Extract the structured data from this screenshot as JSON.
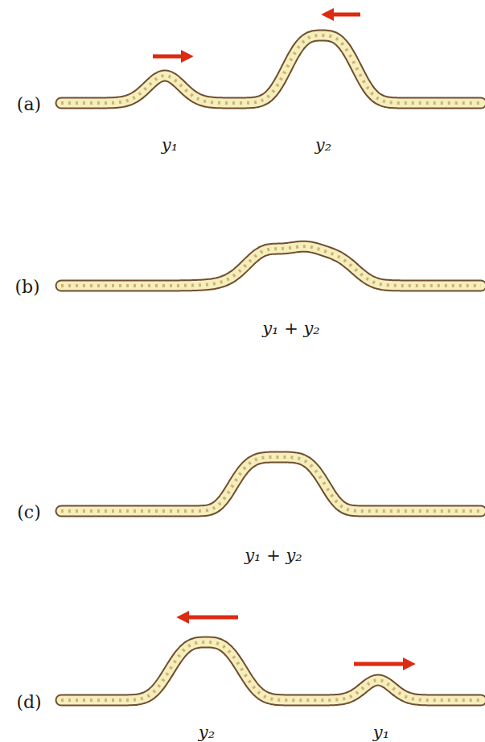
{
  "diagram": {
    "labels": [
      "(a)",
      "y₁",
      "y₂",
      "(b)",
      "y₁ + y₂",
      "(c)",
      "y₁ + y₂",
      "(d)",
      "y₂",
      "y₁"
    ]
  }
}
